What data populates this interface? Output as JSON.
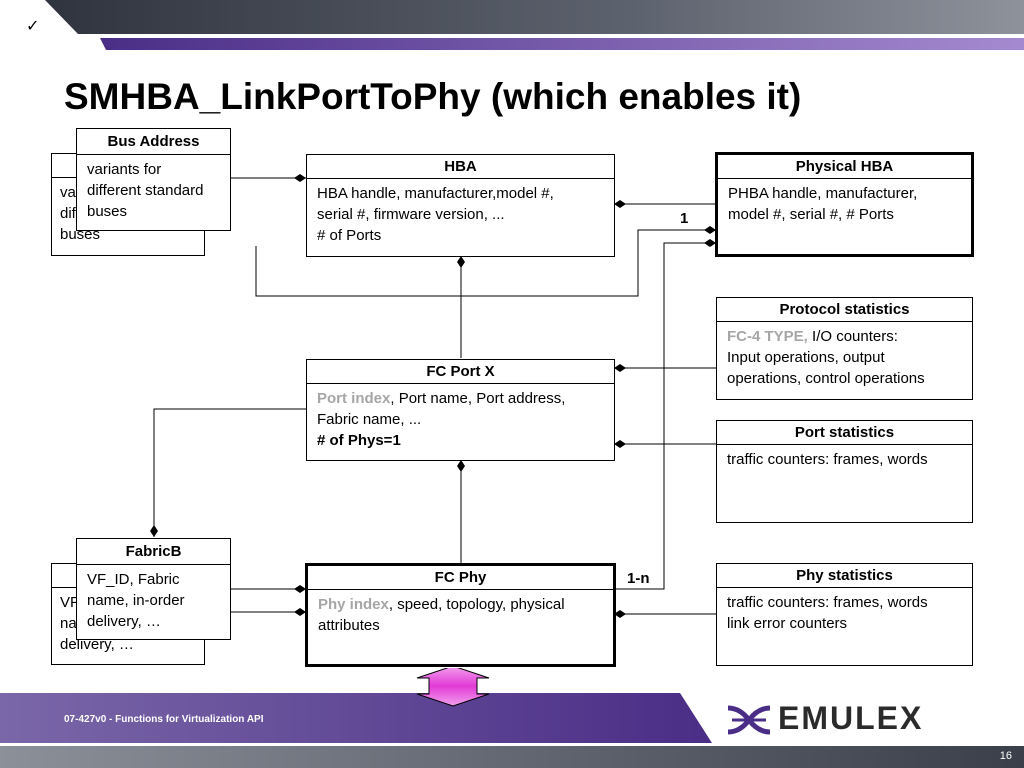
{
  "slide": {
    "check_mark": "✓",
    "title": "SMHBA_LinkPortToPhy (which enables it)",
    "footer": "07-427v0 - Functions for Virtualization API",
    "page_number": "16",
    "logo_text": "EMULEX"
  },
  "boxes": {
    "bus_address_back": {
      "body": [
        "va",
        "dif",
        "buses"
      ]
    },
    "bus_address": {
      "title": "Bus Address",
      "body": [
        "variants for",
        "different standard",
        "buses"
      ]
    },
    "hba": {
      "title": "HBA",
      "body": [
        "HBA handle, manufacturer,model #,",
        "serial #, firmware version, ...",
        "# of Ports"
      ]
    },
    "physical_hba": {
      "title": "Physical HBA",
      "body": [
        "PHBA handle, manufacturer,",
        "model #, serial #, # Ports"
      ]
    },
    "protocol_statistics": {
      "title": "Protocol statistics",
      "highlight": "FC-4 TYPE,",
      "body": [
        " I/O counters:",
        "Input operations, output",
        "operations, control operations"
      ]
    },
    "fc_port_x": {
      "title": "FC Port X",
      "highlight": "Port index",
      "body": [
        ", Port name, Port address,",
        "Fabric name, ...",
        "# of Phys=1"
      ]
    },
    "port_statistics": {
      "title": "Port statistics",
      "body": [
        "traffic counters: frames, words"
      ]
    },
    "fabricb_back": {
      "body": [
        "VF",
        "na",
        "delivery, …"
      ]
    },
    "fabricb": {
      "title": "FabricB",
      "body": [
        "VF_ID, Fabric",
        "name, in-order",
        "delivery, …"
      ]
    },
    "fc_phy": {
      "title": "FC Phy",
      "highlight": "Phy index",
      "body": [
        ", speed, topology, physical",
        "attributes"
      ]
    },
    "phy_statistics": {
      "title": "Phy statistics",
      "body": [
        "traffic counters: frames, words",
        "link error counters"
      ]
    }
  },
  "labels": {
    "one": "1",
    "one_n": "1-n"
  },
  "colors": {
    "header_dark": "#3a3f4a",
    "purple": "#7b4fb5",
    "footer_purple": "#5a3c8c",
    "highlight_gray": "#a6a6a6",
    "arrow_magenta": "#e040d0"
  }
}
